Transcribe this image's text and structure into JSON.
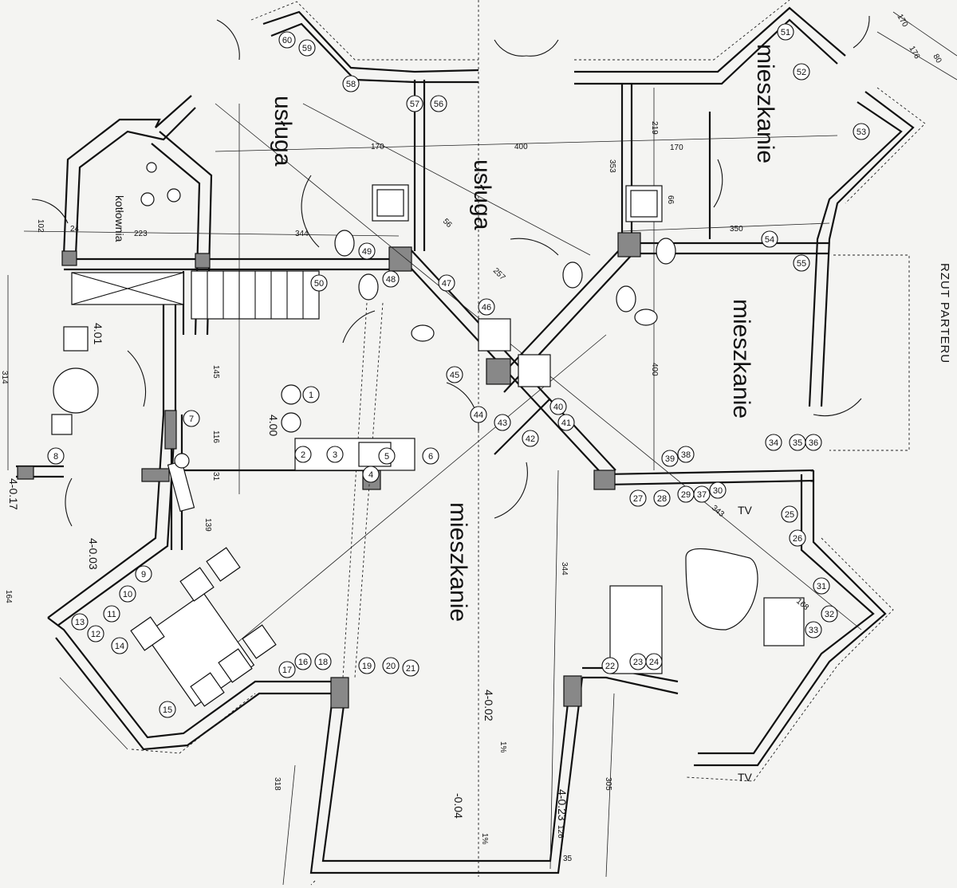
{
  "title": "RZUT PARTERU",
  "rooms": {
    "usluga_left": "usługa",
    "usluga_center": "usługa",
    "mieszkanie_top_right": "mieszkanie",
    "mieszkanie_right": "mieszkanie",
    "mieszkanie_bottom": "mieszkanie",
    "kotlownia": "kotłownia"
  },
  "levels": {
    "hall_stair": "4.01",
    "hall_center": "4.00",
    "left_entry": "4-0.17",
    "left_room": "4-0.03",
    "bottom_terrace": "4-0.02",
    "bottom_ramp": "-0.04",
    "bottom_right": "4-0.23"
  },
  "dimensions": {
    "top_right_a": "170",
    "top_right_b": "176",
    "top_right_c": "80",
    "left_344": "344",
    "left_223": "223",
    "left_102": "102",
    "left_24": "24",
    "left_314": "314",
    "left_164": "164",
    "center_170": "170",
    "center_400": "400",
    "center_145": "145",
    "center_116": "116",
    "center_139": "139",
    "center_31": "31",
    "right_219": "219",
    "right_170": "170",
    "right_350": "350",
    "right_400": "400",
    "right_353": "353",
    "right_66": "66",
    "right_343": "343",
    "right_168": "168",
    "diag_257": "257",
    "diag_56": "56",
    "bottom_344": "344",
    "bottom_318": "318",
    "bottom_305": "305",
    "bottom_126": "126",
    "bottom_35": "35",
    "slope_1": "1%",
    "slope_2": "1%"
  },
  "tags": {
    "tv_right": "TV",
    "tv_bottom": "TV"
  },
  "points": [
    "1",
    "2",
    "3",
    "4",
    "5",
    "6",
    "7",
    "8",
    "9",
    "10",
    "11",
    "12",
    "13",
    "14",
    "15",
    "16",
    "17",
    "18",
    "19",
    "20",
    "21",
    "22",
    "23",
    "24",
    "25",
    "26",
    "27",
    "28",
    "29",
    "30",
    "31",
    "32",
    "33",
    "34",
    "35",
    "36",
    "37",
    "38",
    "39",
    "40",
    "41",
    "42",
    "43",
    "44",
    "45",
    "46",
    "47",
    "48",
    "49",
    "50",
    "51",
    "52",
    "53",
    "54",
    "55",
    "56",
    "57",
    "58",
    "59",
    "60"
  ],
  "colors": {
    "line": "#111111",
    "paper": "#f4f4f2",
    "column": "#888888"
  }
}
